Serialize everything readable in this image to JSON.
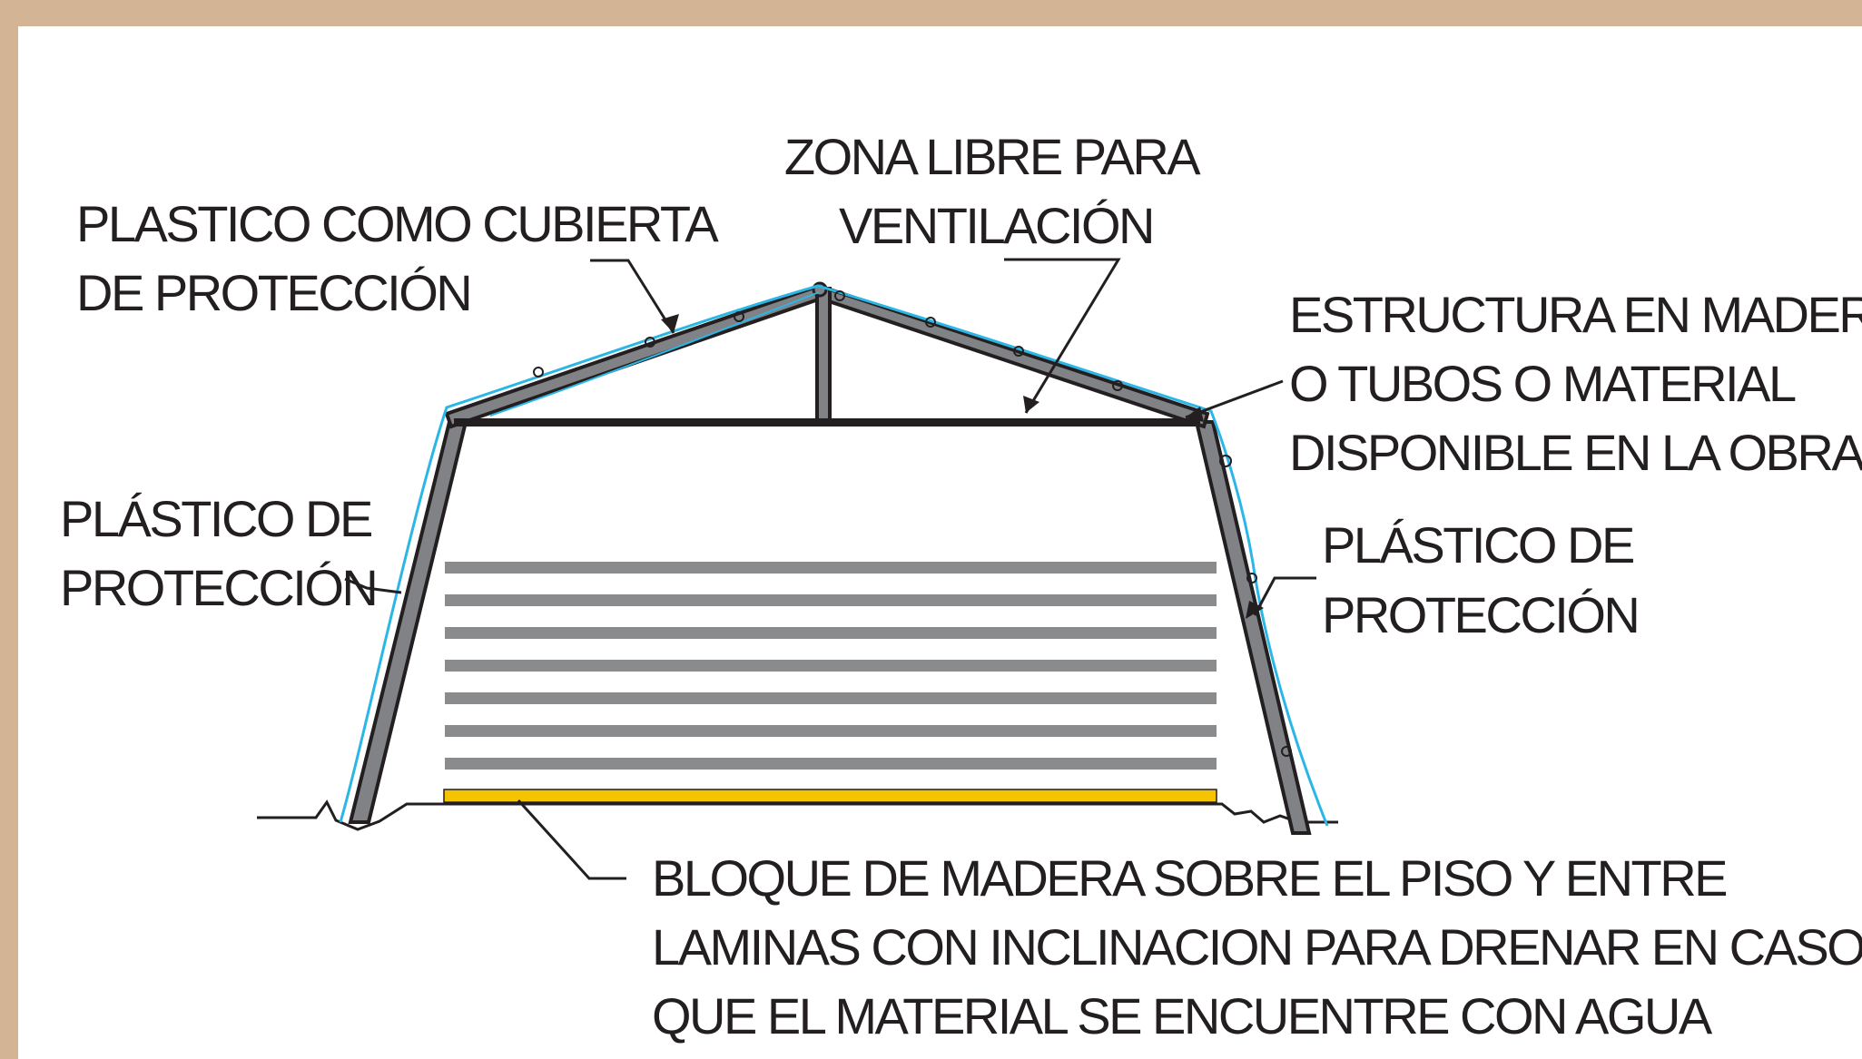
{
  "labels": {
    "roof_cover": [
      "PLASTICO COMO CUBIERTA",
      "DE PROTECCIÓN"
    ],
    "ventilation": [
      "ZONA LIBRE PARA",
      "VENTILACIÓN"
    ],
    "structure": [
      "ESTRUCTURA EN MADERA",
      "O TUBOS O MATERIAL",
      "DISPONIBLE EN LA OBRA"
    ],
    "left_plastic": [
      "PLÁSTICO DE",
      "PROTECCIÓN"
    ],
    "right_plastic": [
      "PLÁSTICO DE",
      "PROTECCIÓN"
    ],
    "wood_block": [
      "BLOQUE DE MADERA SOBRE EL PISO Y ENTRE",
      "LAMINAS CON INCLINACION PARA DRENAR EN CASO",
      "QUE EL MATERIAL SE ENCUENTRE CON AGUA"
    ]
  },
  "colors": {
    "background_frame": "#d3b595",
    "plastic_line": "#2bb6e6",
    "frame_dark": "#231f20",
    "frame_fill": "#808285",
    "stack_gray": "#8a8b8d",
    "wood_block": "#f5c400"
  },
  "stacked_sheets_count": 7
}
